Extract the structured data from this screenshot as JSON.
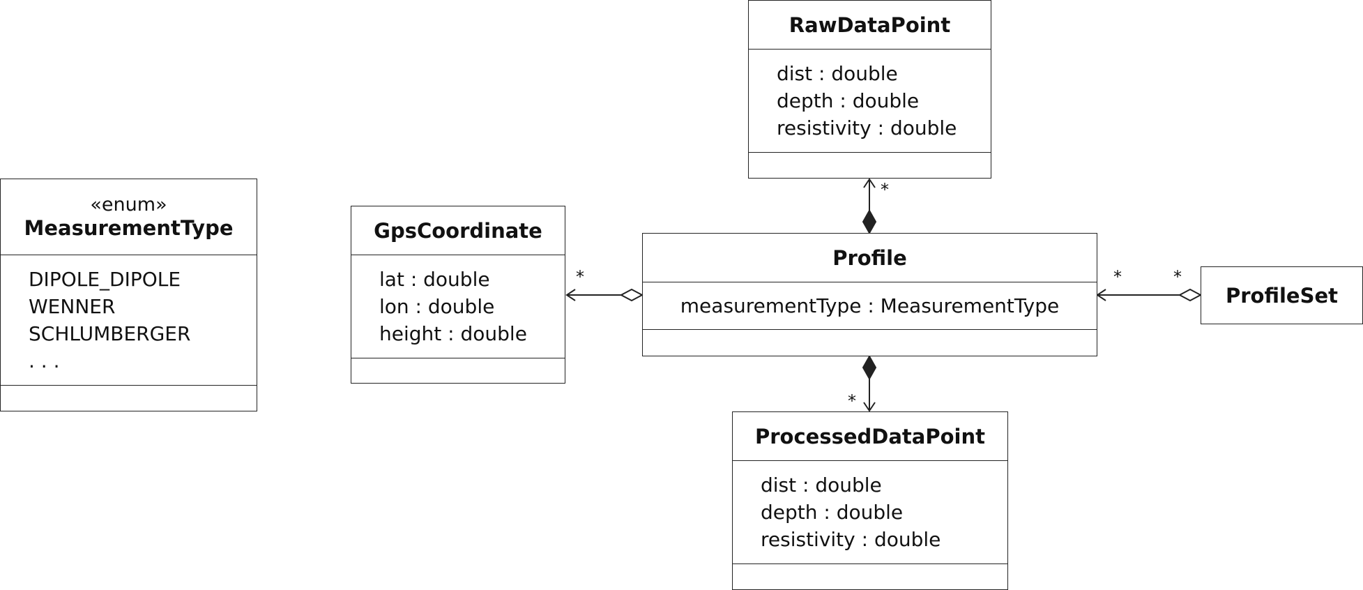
{
  "classes": {
    "measurement_type": {
      "stereotype": "«enum»",
      "name": "MeasurementType",
      "attributes": [
        "DIPOLE_DIPOLE",
        "WENNER",
        "SCHLUMBERGER",
        ". . ."
      ]
    },
    "gps_coordinate": {
      "name": "GpsCoordinate",
      "attributes": [
        "lat : double",
        "lon : double",
        "height : double"
      ]
    },
    "raw_data_point": {
      "name": "RawDataPoint",
      "attributes": [
        "dist : double",
        "depth : double",
        "resistivity : double"
      ]
    },
    "profile": {
      "name": "Profile",
      "attributes": [
        "measurementType : MeasurementType"
      ]
    },
    "processed_data_point": {
      "name": "ProcessedDataPoint",
      "attributes": [
        "dist : double",
        "depth : double",
        "resistivity : double"
      ]
    },
    "profile_set": {
      "name": "ProfileSet"
    }
  },
  "relations": {
    "profile_raw": {
      "kind": "composition",
      "from": "Profile",
      "to": "RawDataPoint",
      "multiplicity": "*"
    },
    "profile_processed": {
      "kind": "composition",
      "from": "Profile",
      "to": "ProcessedDataPoint",
      "multiplicity": "*"
    },
    "profile_gps": {
      "kind": "aggregation",
      "from": "Profile",
      "to": "GpsCoordinate",
      "multiplicity": "*"
    },
    "profileset_profile": {
      "kind": "aggregation",
      "from": "ProfileSet",
      "to": "Profile",
      "multiplicity_source": "*",
      "multiplicity_target": "*"
    }
  }
}
